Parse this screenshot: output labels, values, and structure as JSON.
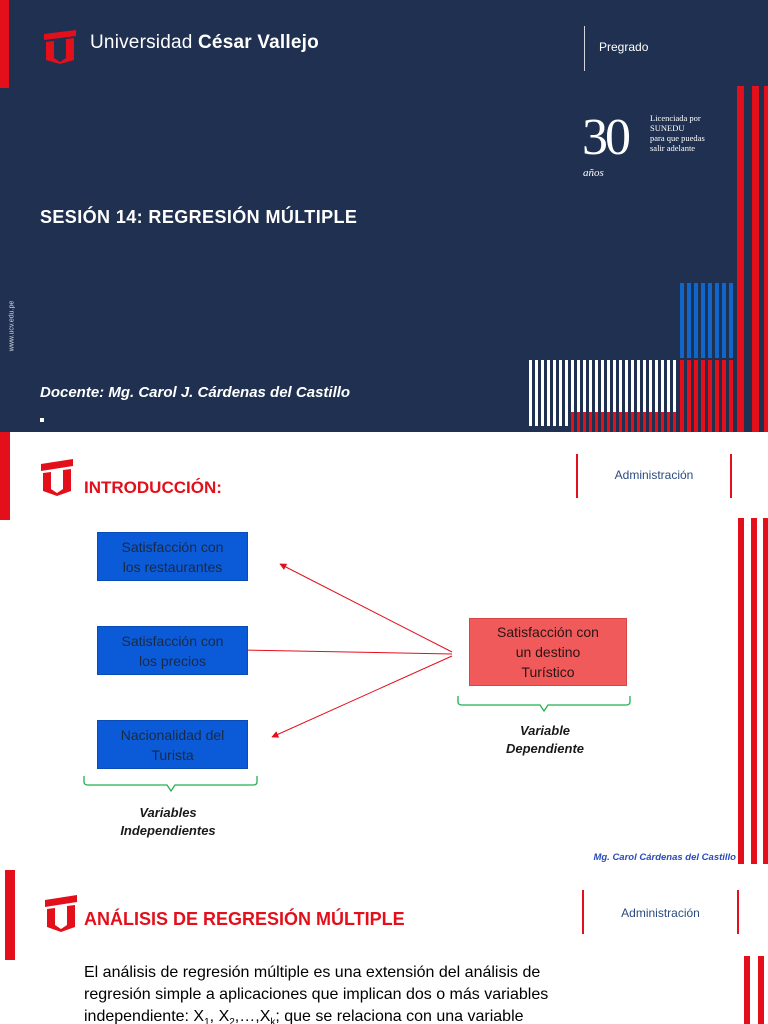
{
  "slide1": {
    "brand_regular": "Universidad ",
    "brand_bold": "César Vallejo",
    "pregrado": "Pregrado",
    "badge_number": "30",
    "badge_anos": "años",
    "badge_lines": [
      "Licenciada por",
      "SUNEDU",
      "para que puedas",
      "salir adelante"
    ],
    "title": "SESIÓN 14: REGRESIÓN MÚLTIPLE",
    "website": "www.ucv.edu.pe",
    "docente": "Docente: Mg. Carol J. Cárdenas del Castillo",
    "colors": {
      "background": "#1f3050",
      "accent_red": "#e3101c",
      "accent_blue": "#1167c9"
    }
  },
  "slide2": {
    "title": "INTRODUCCIÓN:",
    "department": "Administración",
    "independent_boxes": [
      {
        "lines": [
          "Satisfacción con",
          "los restaurantes"
        ]
      },
      {
        "lines": [
          "Satisfacción con",
          "los precios"
        ]
      },
      {
        "lines": [
          "Nacionalidad del",
          "Turista"
        ]
      }
    ],
    "dependent_box": {
      "lines": [
        "Satisfacción con",
        "un destino",
        "Turístico"
      ]
    },
    "dependent_label": [
      "Variable",
      "Dependiente"
    ],
    "independent_label": [
      "Variables",
      "Independientes"
    ],
    "footer": "Mg. Carol Cárdenas del Castillo",
    "colors": {
      "blue_box": "#0b5bd9",
      "red_box": "#f05a5a",
      "arrow": "#e3101c",
      "brace": "#22b14c"
    }
  },
  "slide3": {
    "title": "ANÁLISIS DE REGRESIÓN MÚLTIPLE",
    "department": "Administración",
    "body_line1": "El análisis de regresión múltiple es una extensión del análisis de",
    "body_line2": "regresión simple a aplicaciones que implican dos o más variables",
    "body_line3_start": "independiente: X",
    "sub1": "1",
    "sep1": ", X",
    "sub2": "2",
    "sep2": ",…,X",
    "subk": "k",
    "body_line3_end": "; que se relaciona con una variable"
  }
}
